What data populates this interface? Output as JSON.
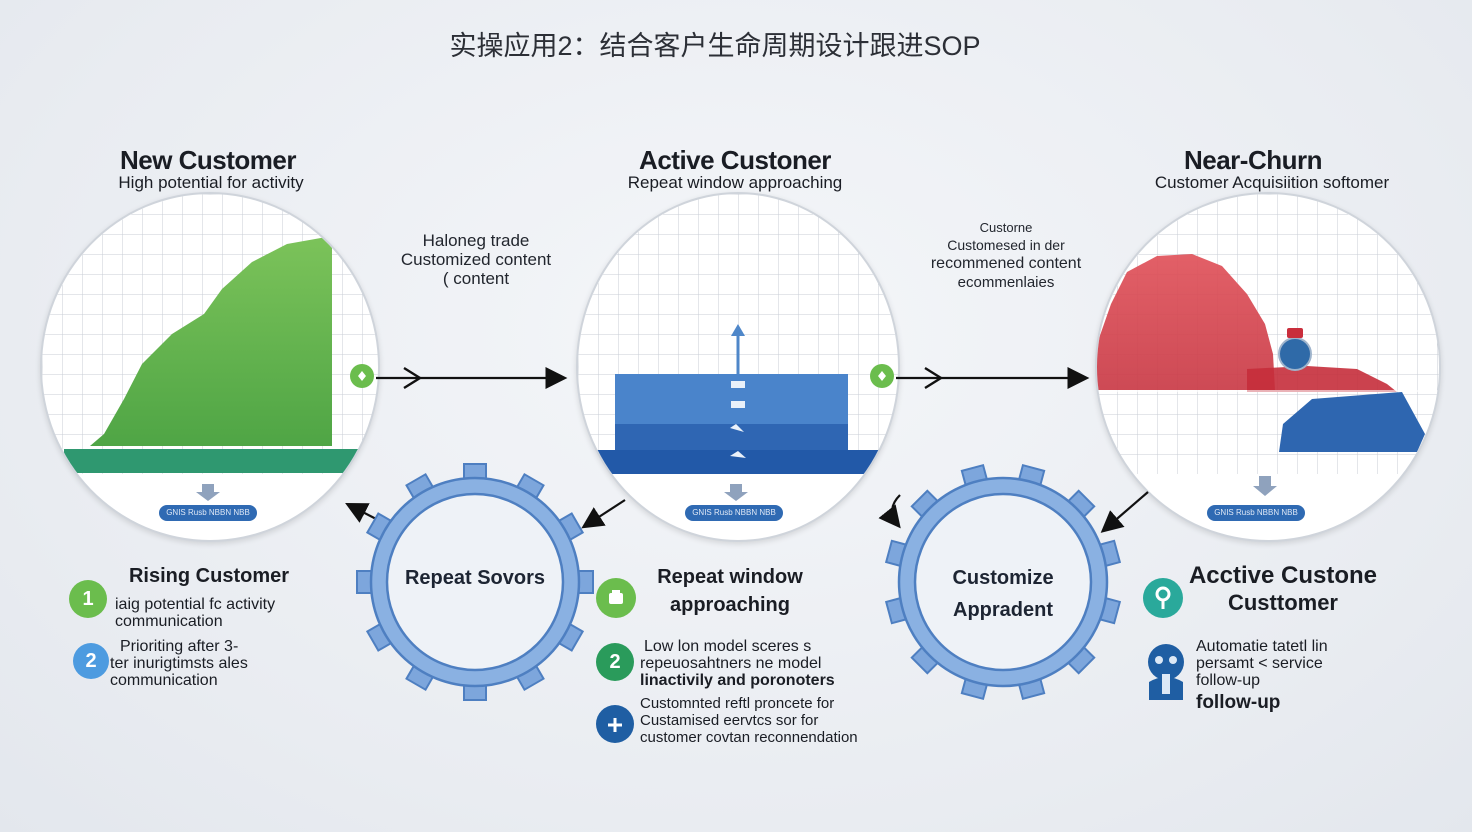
{
  "title": "实操应用2：结合客户生命周期设计跟进SOP",
  "stages": [
    {
      "title": "New Customer",
      "subtitle": "High potential for activity",
      "pill": "GNIS  Rusb  NBBN  NBB",
      "color": "#5fb24a"
    },
    {
      "title": "Active Custoner",
      "subtitle": "Repeat window approaching",
      "pill": "GNIS  Rusb  NBBN  NBB",
      "color": "#2f6ab3"
    },
    {
      "title": "Near-Churn",
      "subtitle": "Customer Acquisiition softomer",
      "pill": "GNIS  Rusb  NBBN  NBB",
      "color": "#d9434c"
    }
  ],
  "connectors": [
    {
      "lines": [
        "Haloneg trade",
        "Customized content",
        "( content"
      ]
    },
    {
      "lines": [
        "Custorne",
        "Customesed in der",
        "recommened content",
        "ecommenlaies"
      ]
    }
  ],
  "gears": [
    {
      "lines": [
        "Repeat Sovors"
      ]
    },
    {
      "lines": [
        "Customize",
        "Appradent"
      ]
    }
  ],
  "left_section": {
    "title": "Rising Customer",
    "items": [
      {
        "badge": "1",
        "lines": [
          "iaig potential fc activity",
          "communication"
        ]
      },
      {
        "badge": "2",
        "lines": [
          "Prioriting after 3-",
          "ter inurigtimsts ales",
          "communication"
        ]
      }
    ]
  },
  "middle_section": {
    "title_lines": [
      "Repeat window",
      "approaching"
    ],
    "items": [
      {
        "badge": "2",
        "lines": [
          "Low lon model sceres s",
          "repeuosahtners ne model",
          "linactivily and poronoters"
        ]
      },
      {
        "badge": "",
        "lines": [
          "Customnted  reftl  proncete for",
          "Custamised eervtcs sor for",
          "customer covtan reconnendation"
        ]
      }
    ]
  },
  "right_section": {
    "title_lines": [
      "Acctive Custone",
      "Custtomer"
    ],
    "item_lines": [
      "Automatie tatetl lin",
      "persamt < service",
      "follow-up"
    ],
    "item_bold": "follow-up"
  }
}
